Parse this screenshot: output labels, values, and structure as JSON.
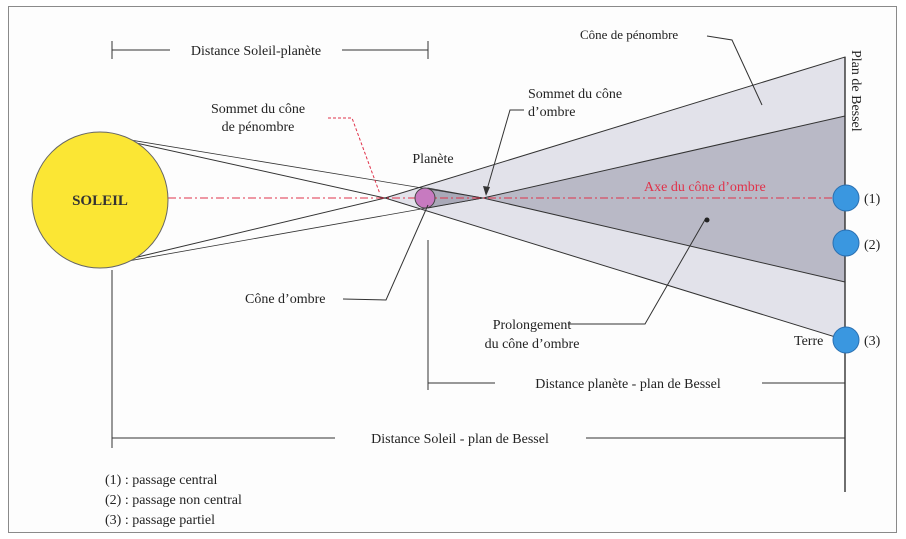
{
  "labels": {
    "distance_soleil_planete": "Distance Soleil-planète",
    "cone_penombre": "Cône de pénombre",
    "plan_bessel": "Plan de Bessel",
    "sommet_penombre_1": "Sommet du cône",
    "sommet_penombre_2": "de pénombre",
    "sommet_ombre_1": "Sommet du cône",
    "sommet_ombre_2": "d’ombre",
    "planete": "Planète",
    "soleil": "SOLEIL",
    "axe_ombre": "Axe du cône d’ombre",
    "cone_ombre": "Cône d’ombre",
    "prolongement_1": "Prolongement",
    "prolongement_2": "du cône d’ombre",
    "terre": "Terre",
    "distance_planete_bessel": "Distance planète - plan de Bessel",
    "distance_soleil_bessel": "Distance Soleil - plan de Bessel",
    "marker_1": "(1)",
    "marker_2": "(2)",
    "marker_3": "(3)"
  },
  "legend": [
    "(1) : passage central",
    "(2) : passage non central",
    "(3) : passage partiel"
  ],
  "colors": {
    "sun": "#fbe634",
    "planet": "#c77ac0",
    "earth": "#3a97e0",
    "penumbra": "#e2e2ea",
    "umbra": "#b9b9c6",
    "axis": "#e0324a"
  }
}
